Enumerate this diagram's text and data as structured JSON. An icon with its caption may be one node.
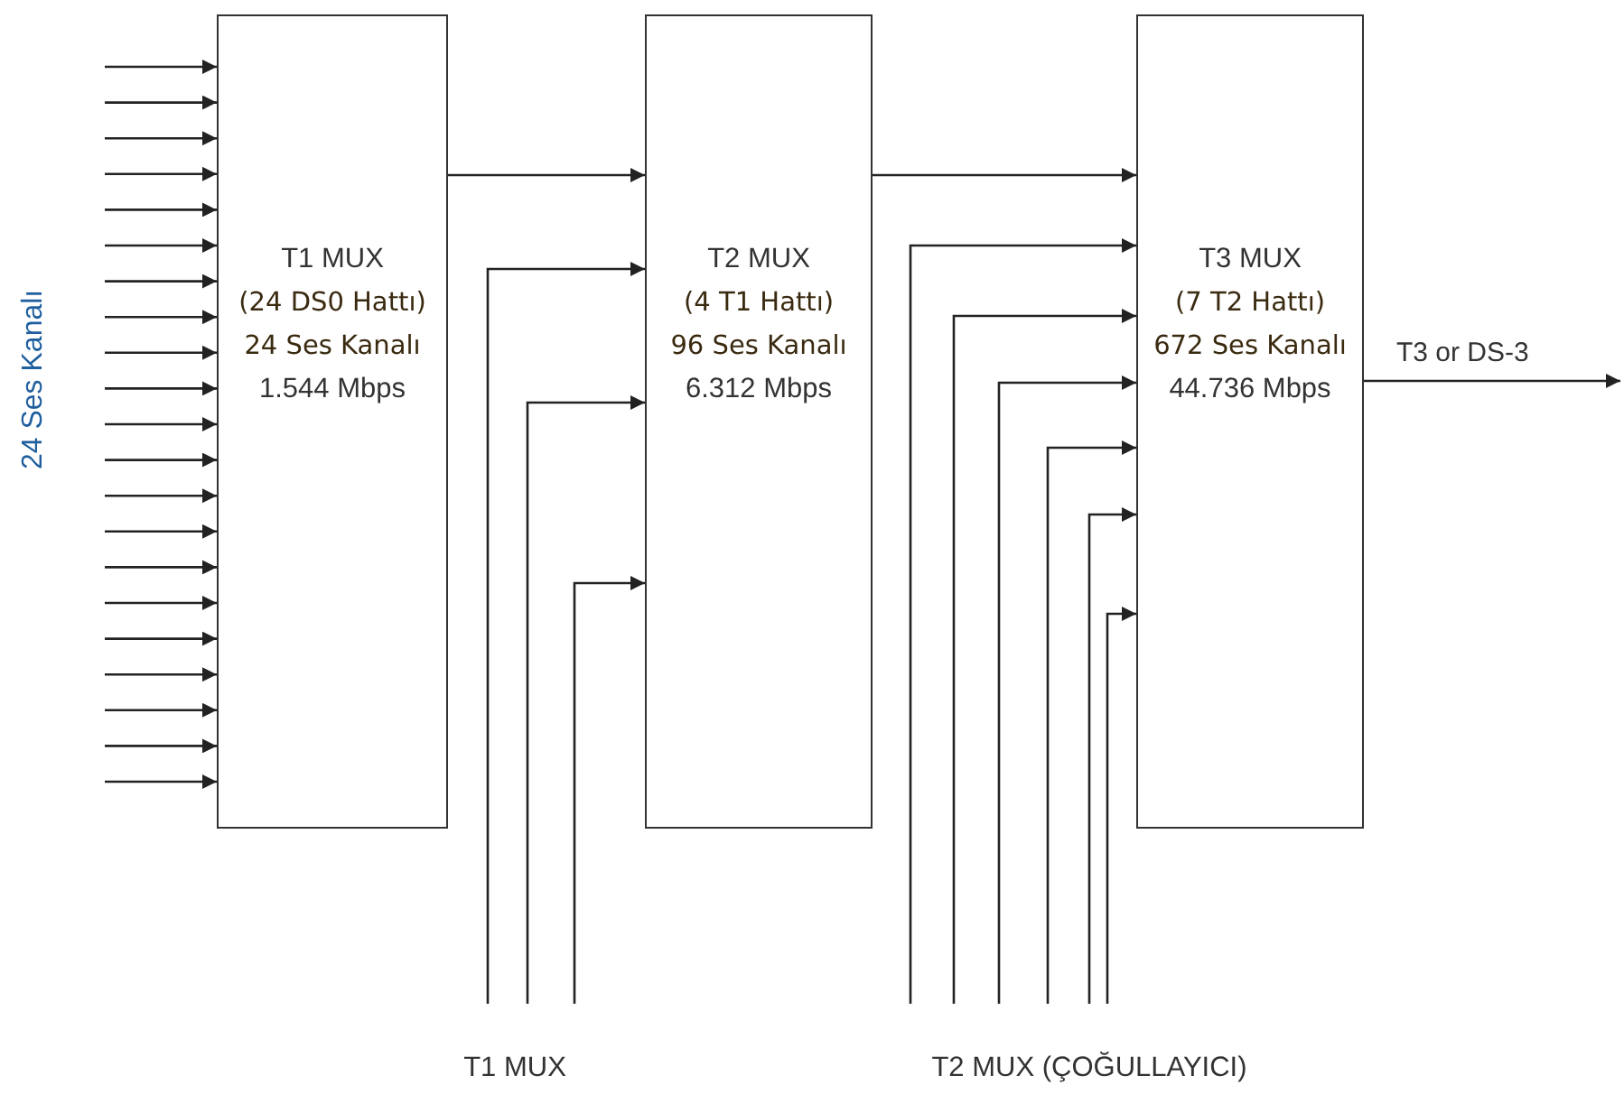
{
  "diagram": {
    "nodes": [
      {
        "text": [
          "T1 MUX",
          "(24 DS0 Hattı)",
          "24 Ses Kanalı",
          "1.544 Mbps"
        ]
      },
      {
        "text": [
          "T2 MUX",
          "(4 T1 Hattı)",
          "96 Ses Kanalı",
          "6.312 Mbps"
        ]
      },
      {
        "text": [
          "T3 MUX",
          "(7 T2 Hattı)",
          "672 Ses Kanalı",
          "44.736 Mbps"
        ]
      },
      {
        "text": [
          "T1 MUX"
        ]
      },
      {
        "text": [
          "T2 MUX (ÇOĞULLAYICI)"
        ]
      }
    ],
    "edges": [
      {
        "from": null,
        "to": 0,
        "arrow": "to"
      },
      {
        "from": null,
        "to": 0,
        "arrow": "to"
      },
      {
        "from": null,
        "to": 0,
        "arrow": "to"
      },
      {
        "from": null,
        "to": 0,
        "arrow": "to"
      },
      {
        "from": null,
        "to": 0,
        "arrow": "to"
      },
      {
        "from": null,
        "to": 0,
        "arrow": "to"
      },
      {
        "from": null,
        "to": 0,
        "arrow": "to"
      },
      {
        "from": null,
        "to": 0,
        "arrow": "to"
      },
      {
        "from": null,
        "to": 0,
        "arrow": "to"
      },
      {
        "from": null,
        "to": 0,
        "arrow": "to"
      },
      {
        "from": null,
        "to": 0,
        "arrow": "to"
      },
      {
        "from": null,
        "to": 0,
        "arrow": "to"
      },
      {
        "from": null,
        "to": 0,
        "arrow": "to"
      },
      {
        "from": null,
        "to": 0,
        "arrow": "to"
      },
      {
        "from": null,
        "to": 0,
        "arrow": "to"
      },
      {
        "from": null,
        "to": 0,
        "arrow": "to"
      },
      {
        "from": null,
        "to": 0,
        "arrow": "to"
      },
      {
        "from": null,
        "to": 0,
        "arrow": "to"
      },
      {
        "from": null,
        "to": 0,
        "arrow": "to"
      },
      {
        "from": null,
        "to": 0,
        "arrow": "to"
      },
      {
        "from": null,
        "to": 0,
        "arrow": "to"
      },
      {
        "from": 0,
        "to": 1,
        "arrow": "to"
      },
      {
        "from": 3,
        "to": 1,
        "arrow": "to"
      },
      {
        "from": 3,
        "to": 1,
        "arrow": "to"
      },
      {
        "from": 3,
        "to": 1,
        "arrow": "to"
      },
      {
        "from": 1,
        "to": 2,
        "arrow": "to"
      },
      {
        "from": 4,
        "to": 2,
        "arrow": "to"
      },
      {
        "from": 4,
        "to": 2,
        "arrow": "to"
      },
      {
        "from": 4,
        "to": 2,
        "arrow": "to"
      },
      {
        "from": 4,
        "to": 2,
        "arrow": "to"
      },
      {
        "from": 4,
        "to": 2,
        "arrow": "to"
      },
      {
        "from": 4,
        "to": 2,
        "arrow": "to"
      },
      {
        "from": 2,
        "to": null,
        "arrow": "to",
        "label": "T3 or DS-3"
      }
    ],
    "labels": [
      "24 Ses Kanalı"
    ]
  }
}
